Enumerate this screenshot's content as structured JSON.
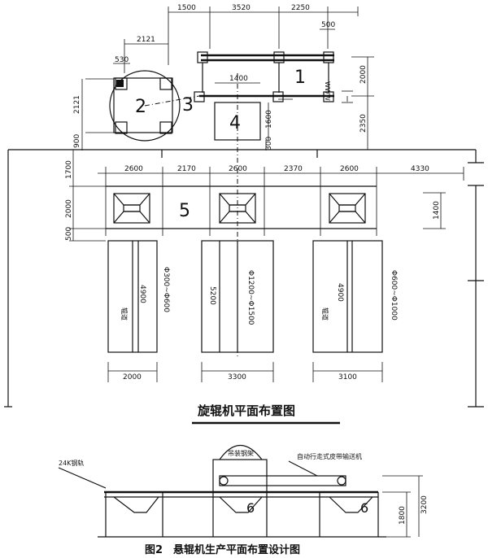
{
  "top_dims": {
    "d1500": "1500",
    "d3520": "3520",
    "d2250": "2250",
    "d500": "500",
    "d2121a": "2121",
    "d530": "530",
    "d1400": "1400",
    "d2000r": "2000",
    "d2121b": "2121",
    "d1600": "1600",
    "d2350": "2350",
    "d900": "900",
    "d300": "300"
  },
  "equipment_labels": {
    "n1": "1",
    "n2": "2",
    "n3": "3",
    "n4": "4",
    "n5": "5",
    "n6a": "6",
    "n6b": "6"
  },
  "row_dims": {
    "r1700": "1700",
    "r2600a": "2600",
    "r2170": "2170",
    "r2600b": "2600",
    "r2370": "2370",
    "r2600c": "2600",
    "r4330": "4330",
    "r2000": "2000",
    "r1400": "1400",
    "r500": "500"
  },
  "tables": [
    {
      "length": "4900",
      "width": "2000",
      "range": "Φ300~Φ600",
      "tag": "辊道"
    },
    {
      "length": "5200",
      "width": "3300",
      "range": "Φ1200~Φ1500",
      "tag": ""
    },
    {
      "length": "4900",
      "width": "3100",
      "range": "Φ600~Φ1000",
      "tag": "辊道"
    }
  ],
  "plan_title": "旋辊机平面布置图",
  "elevation": {
    "label_left": "24K钢轨",
    "label_hoist": "吊装钢架",
    "label_conveyor": "自动行走式皮带输送机",
    "h3200": "3200",
    "h1800": "1800"
  },
  "figure_caption": "图2　悬辊机生产平面布置设计图"
}
